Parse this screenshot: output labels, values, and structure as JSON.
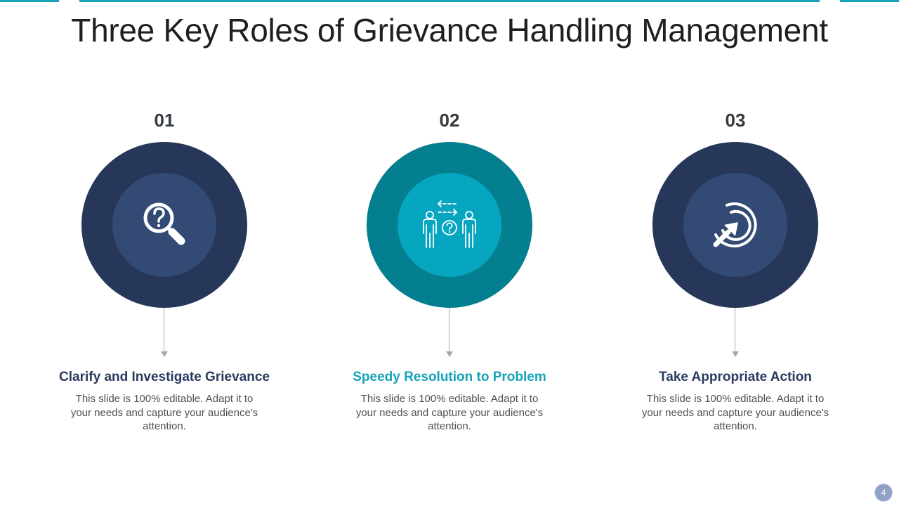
{
  "title": "Three Key Roles of Grievance Handling Management",
  "colors": {
    "accent_teal": "#14a3b8",
    "navy_outer": "#26375a",
    "navy_inner": "#334a74",
    "teal_outer": "#047f8f",
    "teal_inner": "#06a5c0",
    "heading_navy": "#2a3a5e"
  },
  "items": [
    {
      "number": "01",
      "icon": "magnifier-question-icon",
      "heading": "Clarify and Investigate Grievance",
      "description": "This slide is 100% editable. Adapt it to your needs and capture your audience's attention."
    },
    {
      "number": "02",
      "icon": "people-exchange-icon",
      "heading": "Speedy Resolution to Problem",
      "description": "This slide is 100% editable. Adapt it to your needs and capture your audience's attention."
    },
    {
      "number": "03",
      "icon": "target-arrow-icon",
      "heading": "Take Appropriate Action",
      "description": "This slide is 100% editable. Adapt it to your needs and capture your audience's attention."
    }
  ],
  "page_number": "4"
}
